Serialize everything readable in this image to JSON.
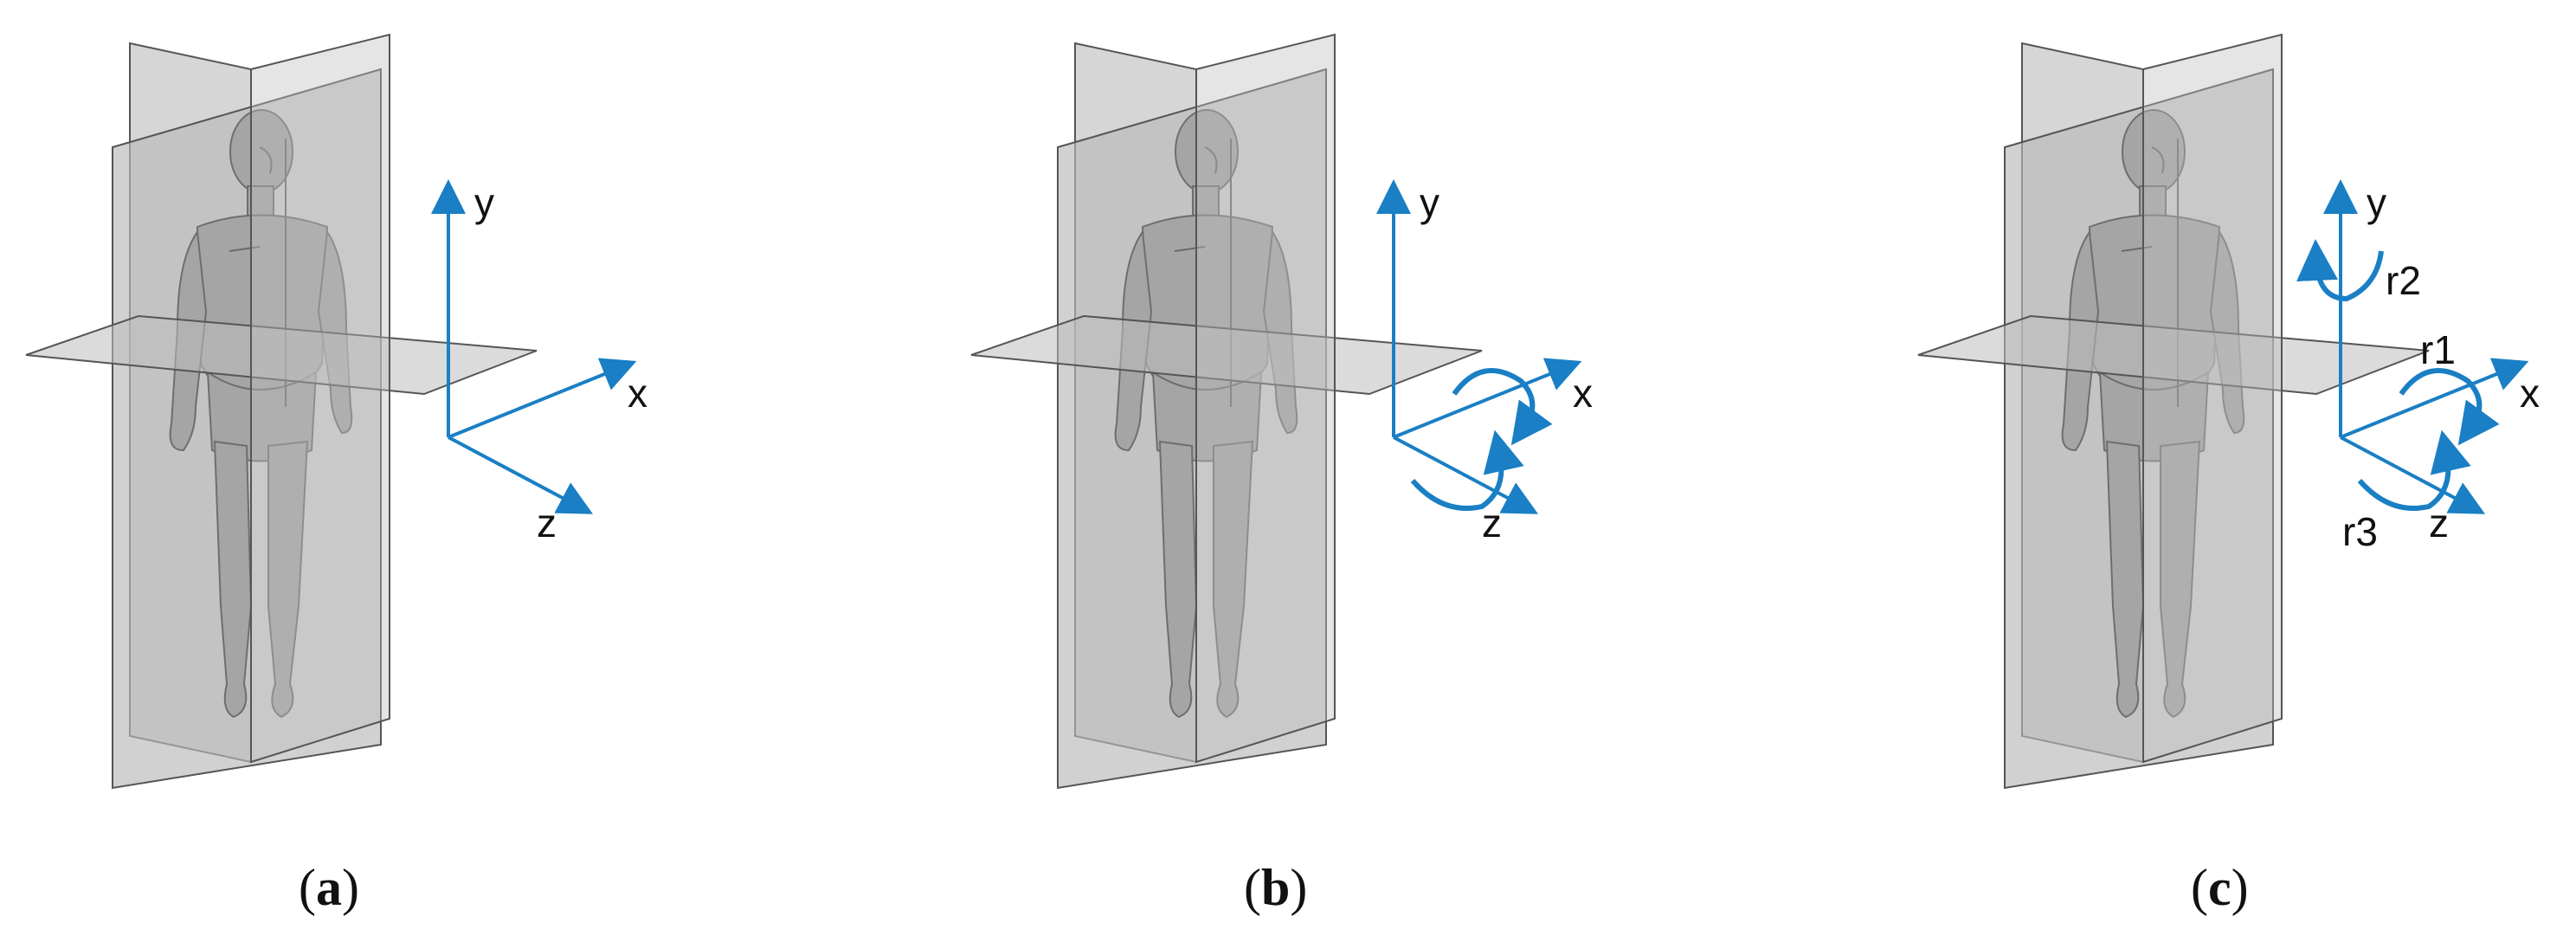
{
  "colors": {
    "axis": "#1a7fc4",
    "plane_fill": "#bdbdbd",
    "plane_stroke": "#555555",
    "body_fill": "#a9a9a9",
    "body_shade": "#7a7a7a",
    "text": "#111111"
  },
  "panels": [
    {
      "id": "a",
      "caption_open": "(",
      "caption_letter": "a",
      "caption_close": ")",
      "axes": {
        "x": "x",
        "y": "y",
        "z": "z"
      },
      "rotations": []
    },
    {
      "id": "b",
      "caption_open": "(",
      "caption_letter": "b",
      "caption_close": ")",
      "axes": {
        "x": "x",
        "y": "y",
        "z": "z"
      },
      "rotations": [
        "x-rotation-arrow",
        "z-rotation-arrow"
      ]
    },
    {
      "id": "c",
      "caption_open": "(",
      "caption_letter": "c",
      "caption_close": ")",
      "axes": {
        "x": "x",
        "y": "y",
        "z": "z"
      },
      "rotations": [
        "x-rotation-arrow",
        "y-rotation-arrow",
        "z-rotation-arrow"
      ],
      "rotation_labels": {
        "r1": "r1",
        "r2": "r2",
        "r3": "r3"
      }
    }
  ]
}
